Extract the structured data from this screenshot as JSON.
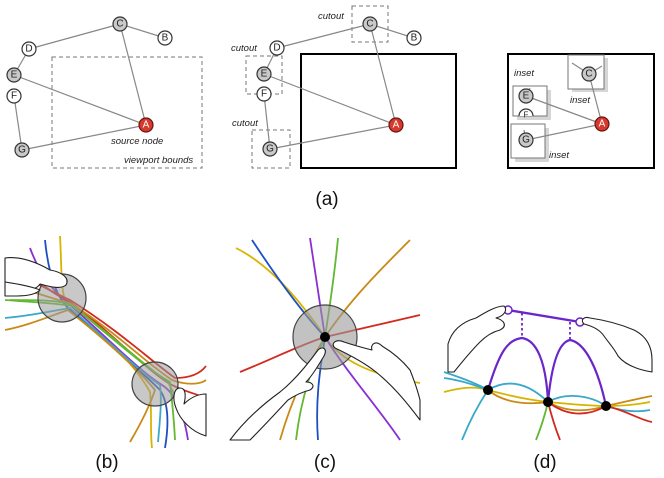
{
  "panel_a": {
    "nodes": {
      "A": "A",
      "B": "B",
      "C": "C",
      "D": "D",
      "E": "E",
      "F": "F",
      "G": "G"
    },
    "labels": {
      "source_node": "source node",
      "viewport_bounds": "viewport bounds",
      "cutout": "cutout",
      "inset": "inset"
    }
  },
  "captions": {
    "a": "(a)",
    "b": "(b)",
    "c": "(c)",
    "d": "(d)"
  },
  "colors": {
    "source_node": "#d63a2f",
    "curves": [
      "#1d4fc4",
      "#8a2fd1",
      "#d7b400",
      "#c98a16",
      "#d22a1e",
      "#3aa8c8",
      "#62b832"
    ]
  }
}
